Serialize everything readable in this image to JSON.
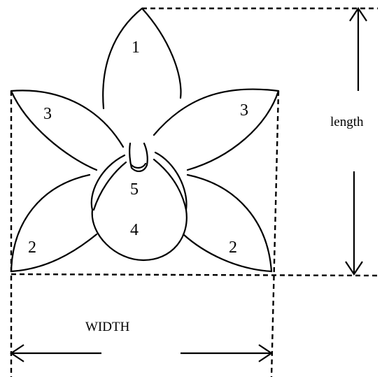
{
  "labels": {
    "dorsal_sepal": "1",
    "lateral_sepal_left": "2",
    "lateral_sepal_right": "2",
    "petal_left": "3",
    "petal_right": "3",
    "lip": "4",
    "column": "5"
  },
  "dimensions": {
    "length_label": "length",
    "width_label": "WIDTH"
  }
}
